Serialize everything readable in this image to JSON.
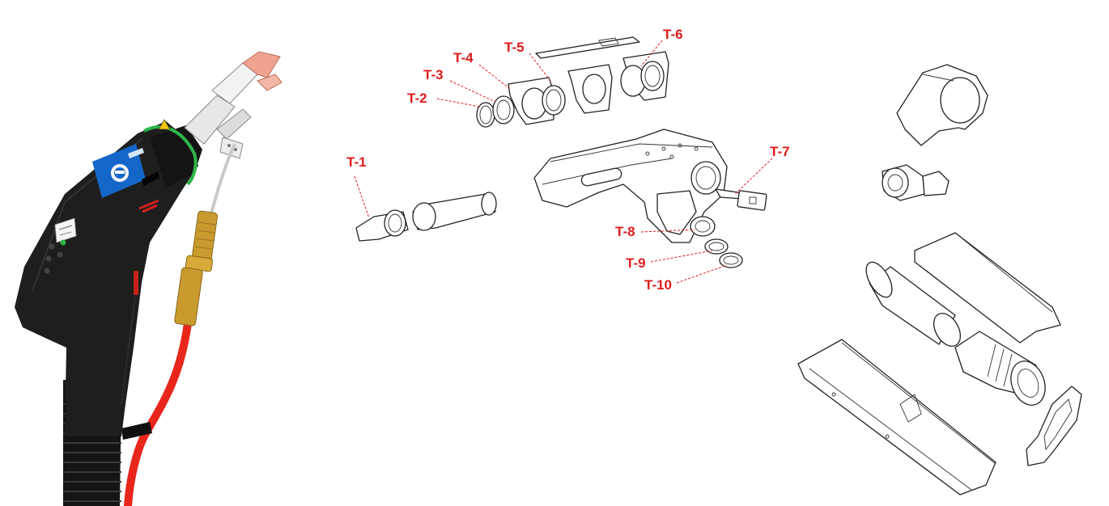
{
  "colors": {
    "label": "#e01b1b",
    "gun_body": "#1c1c1c",
    "cable_red": "#e8261b",
    "brass": "#c99a2e",
    "copper_tip": "#f0a38f",
    "ring_green": "#2fb34a",
    "screen_blue": "#1466c8"
  },
  "labels": [
    {
      "id": "T-1",
      "text": "T-1"
    },
    {
      "id": "T-2",
      "text": "T-2"
    },
    {
      "id": "T-3",
      "text": "T-3"
    },
    {
      "id": "T-4",
      "text": "T-4"
    },
    {
      "id": "T-5",
      "text": "T-5"
    },
    {
      "id": "T-6",
      "text": "T-6"
    },
    {
      "id": "T-7",
      "text": "T-7"
    },
    {
      "id": "T-8",
      "text": "T-8"
    },
    {
      "id": "T-9",
      "text": "T-9"
    },
    {
      "id": "T-10",
      "text": "T-10"
    }
  ]
}
